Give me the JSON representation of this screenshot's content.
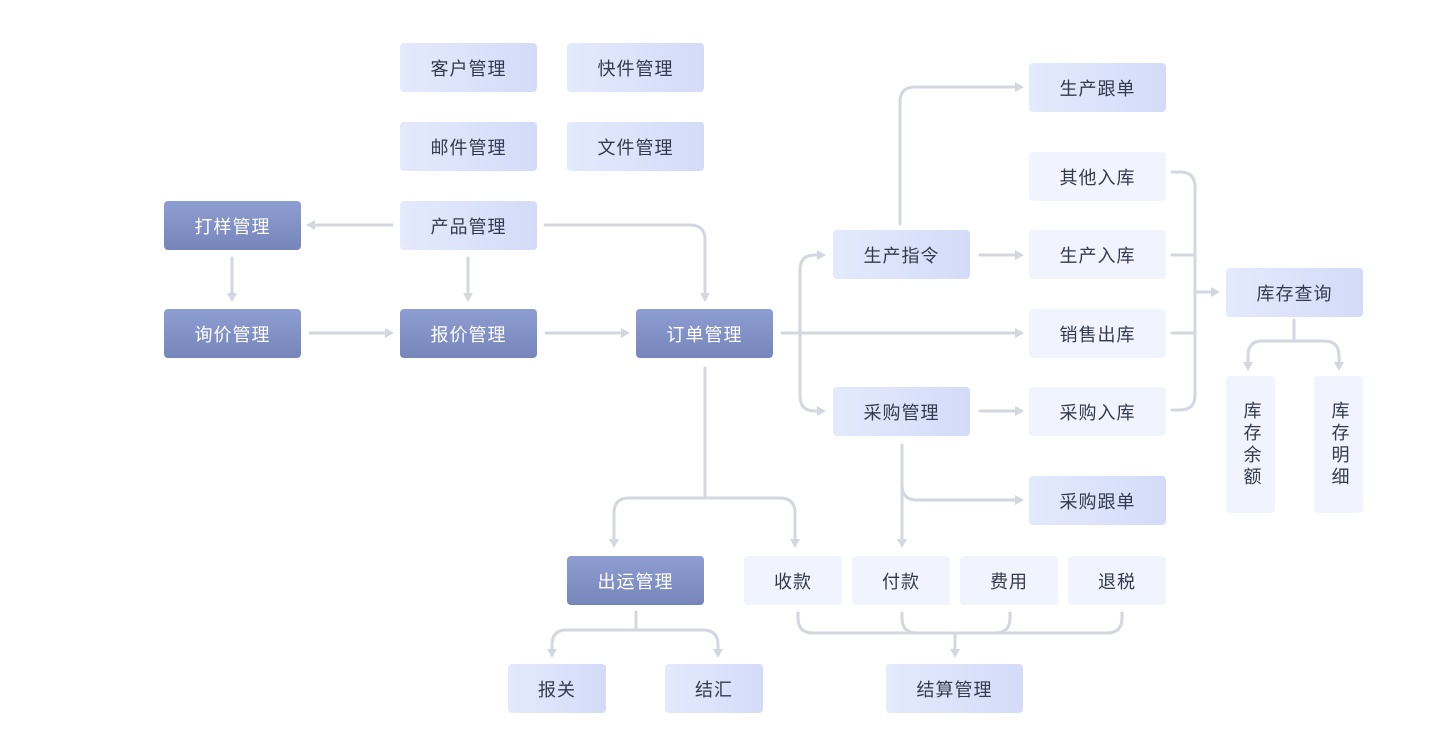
{
  "nodes": {
    "kehu": "客户管理",
    "kuaijian": "快件管理",
    "youjian": "邮件管理",
    "wenjian": "文件管理",
    "dayang": "打样管理",
    "chanpin": "产品管理",
    "xunjia": "询价管理",
    "baojia": "报价管理",
    "dingdan": "订单管理",
    "shengchan_genzong": "生产跟单",
    "qita_ruku": "其他入库",
    "shengchan_zhiling": "生产指令",
    "shengchan_ruku": "生产入库",
    "kucun_chaxun": "库存查询",
    "xiaoshou_chuku": "销售出库",
    "caigou": "采购管理",
    "caigou_ruku": "采购入库",
    "kucun_yue": "库存余额",
    "kucun_mingxi": "库存明细",
    "caigou_gendan": "采购跟单",
    "chuyun": "出运管理",
    "shoukuan": "收款",
    "fukuan": "付款",
    "feiyong": "费用",
    "tuishui": "退税",
    "baoguan": "报关",
    "jiehui": "结汇",
    "jiesuan": "结算管理"
  },
  "colors": {
    "connector": "#d5d7e0",
    "node_light": "#dfe5fb",
    "node_pale": "#f1f4fe",
    "node_dark": "#7f8ec3"
  }
}
